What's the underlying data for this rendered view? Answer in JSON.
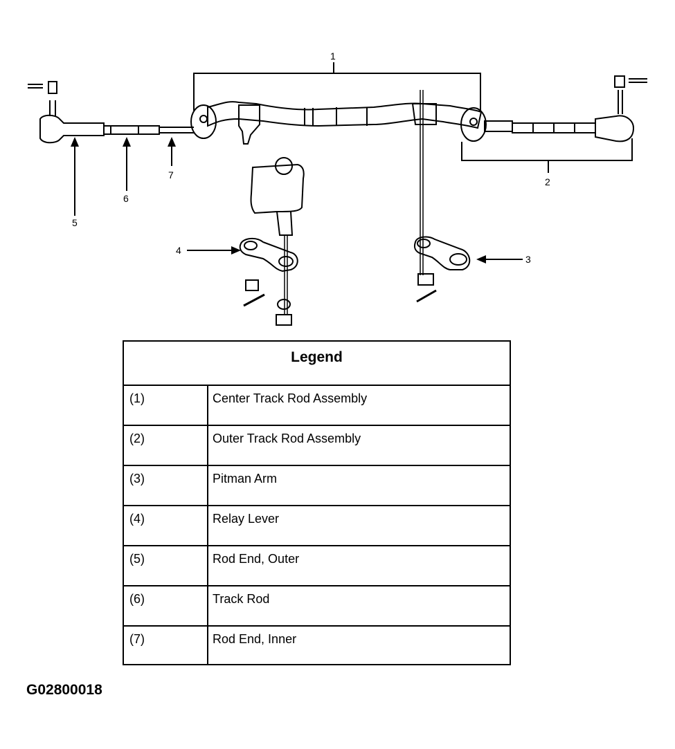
{
  "diagram": {
    "callouts": [
      "1",
      "2",
      "3",
      "4",
      "5",
      "6",
      "7"
    ]
  },
  "legend": {
    "title": "Legend",
    "rows": [
      {
        "num": "(1)",
        "desc": "Center Track Rod Assembly"
      },
      {
        "num": "(2)",
        "desc": "Outer Track Rod Assembly"
      },
      {
        "num": "(3)",
        "desc": "Pitman Arm"
      },
      {
        "num": "(4)",
        "desc": "Relay Lever"
      },
      {
        "num": "(5)",
        "desc": "Rod End, Outer"
      },
      {
        "num": "(6)",
        "desc": "Track Rod"
      },
      {
        "num": "(7)",
        "desc": "Rod End, Inner"
      }
    ]
  },
  "figure_id": "G02800018"
}
